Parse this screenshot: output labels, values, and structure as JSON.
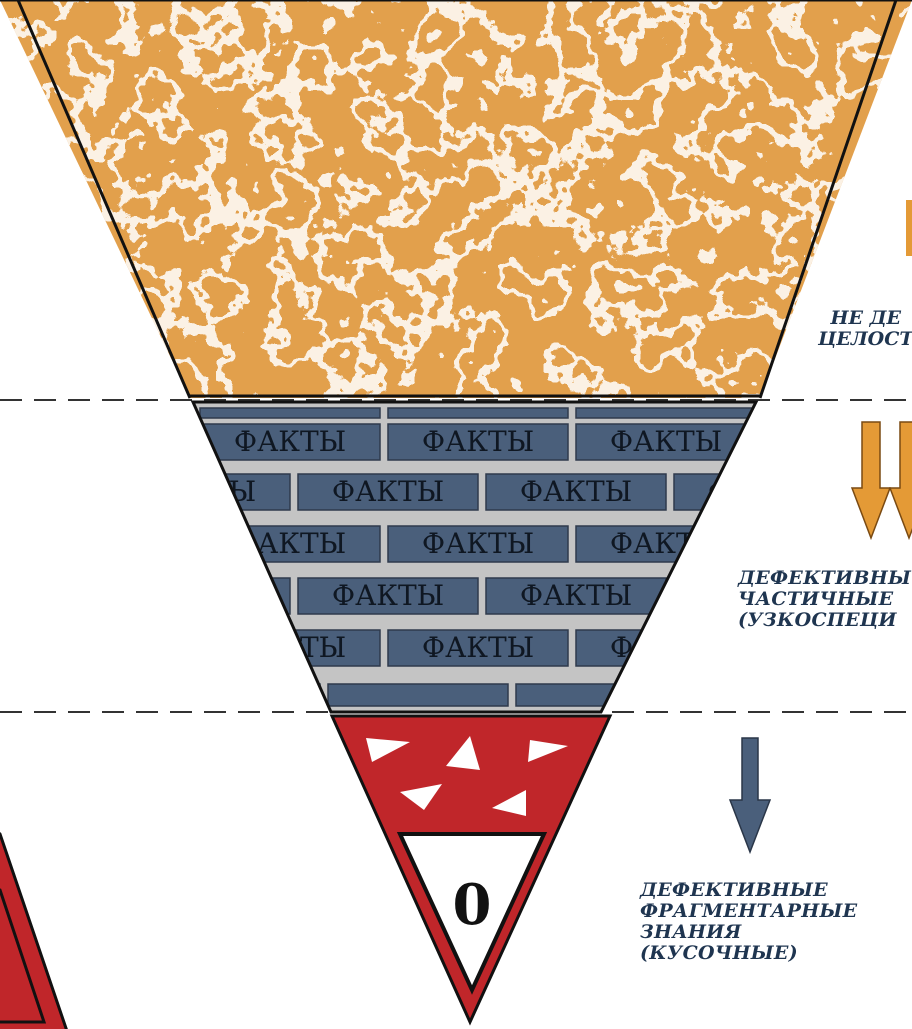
{
  "colors": {
    "top_fill": "#e2a04c",
    "brick_fill": "#4a5f7b",
    "mortar": "#c4c4c4",
    "red_fill": "#c0262a",
    "arrow_orange": "#e49a36",
    "arrow_blue": "#4a5f7b",
    "dash_line": "#333333"
  },
  "icons": {
    "top_arrows": "down-arrow-icon",
    "mid_arrows": "down-arrow-icon",
    "bottom_arrow": "down-arrow-icon",
    "white_chips": "triangle-icon"
  },
  "brick_word": "ФАКТЫ",
  "zero_label": "0",
  "labels": {
    "top": [
      "НЕ ДЕ",
      "ЦЕЛОСТ"
    ],
    "middle": [
      "ДЕФЕКТИВНЫ",
      "ЧАСТИЧНЫЕ",
      "(УЗКОСПЕЦИ"
    ],
    "bottom": [
      "ДЕФЕКТИВНЫЕ",
      "ФРАГМЕНТАРНЫЕ",
      "ЗНАНИЯ",
      "(КУСОЧНЫЕ)"
    ]
  }
}
